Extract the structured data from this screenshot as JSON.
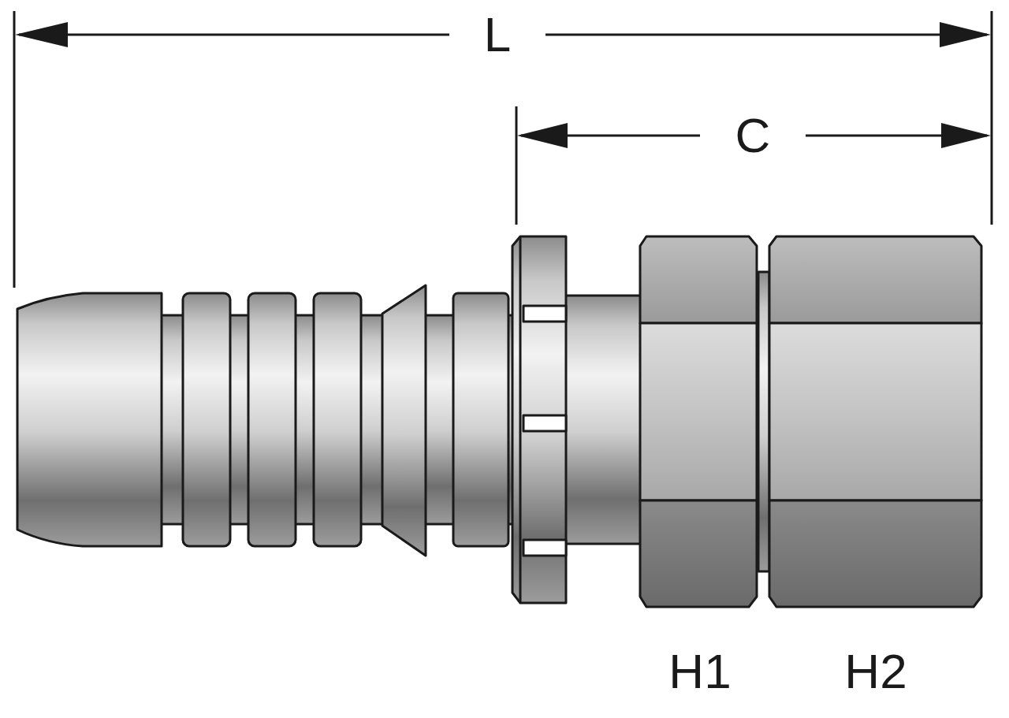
{
  "diagram": {
    "labels": [
      "L",
      "C",
      "H1",
      "H2"
    ]
  }
}
